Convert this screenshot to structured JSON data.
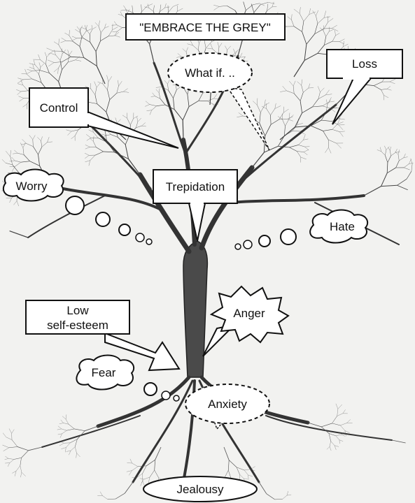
{
  "title": "\"EMBRACE THE GREY\"",
  "labels": {
    "what_if": "What if. ..",
    "loss": "Loss",
    "control": "Control",
    "worry": "Worry",
    "trepidation": "Trepidation",
    "hate": "Hate",
    "anger": "Anger",
    "low_line1": "Low",
    "low_line2": "self-esteem",
    "fear": "Fear",
    "anxiety": "Anxiety",
    "jealousy": "Jealousy"
  },
  "colors": {
    "background": "#f2f2f0",
    "ink": "#111111",
    "bubble": "#ffffff",
    "branches": "#333333"
  }
}
